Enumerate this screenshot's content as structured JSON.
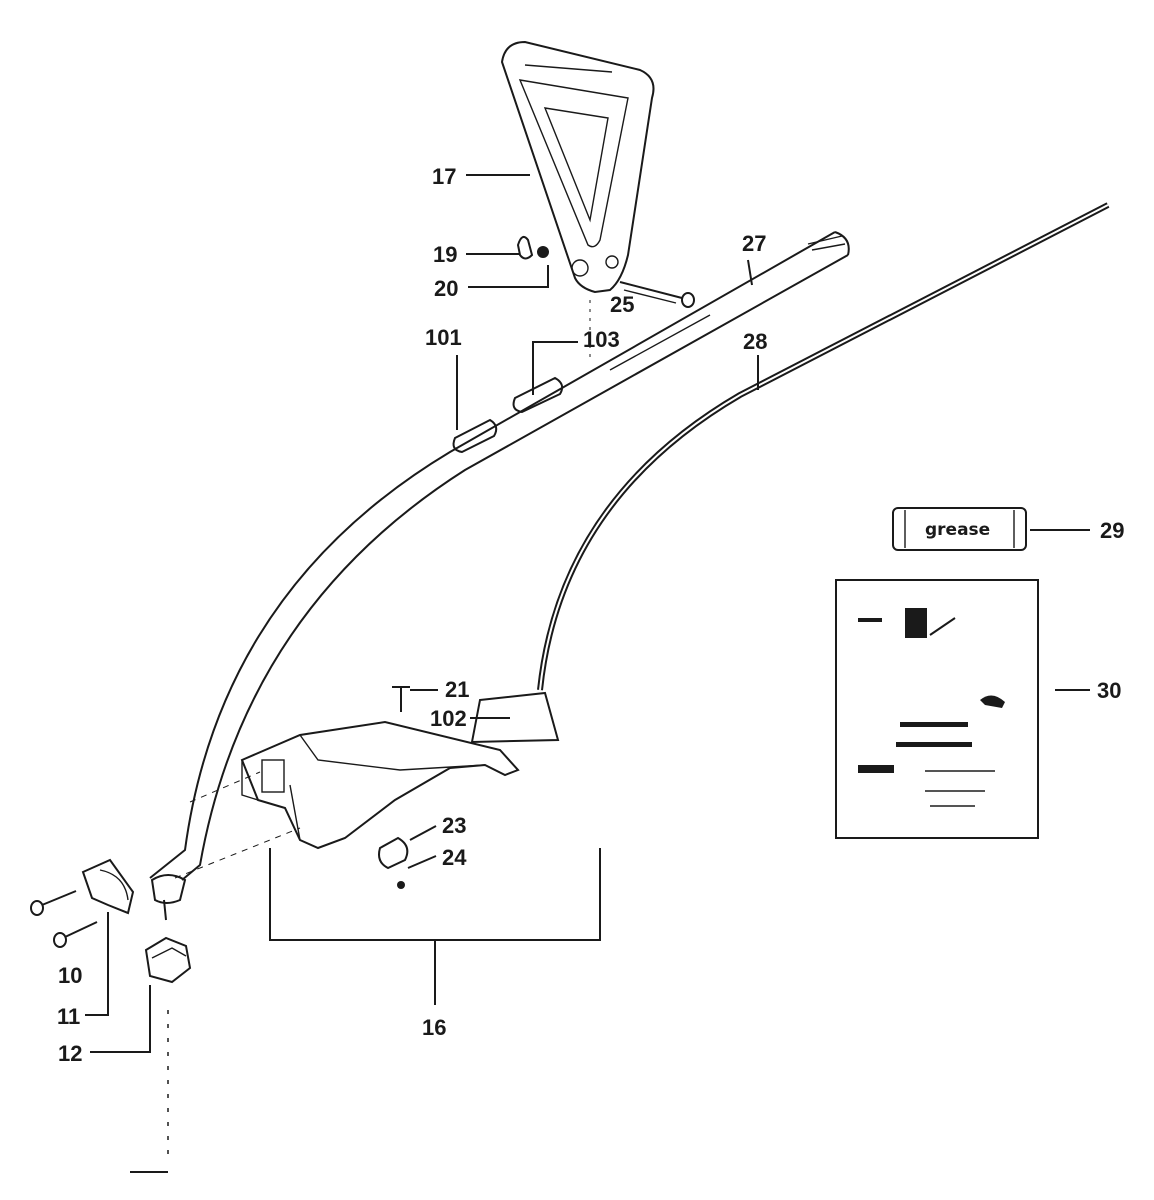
{
  "labels": {
    "l17": "17",
    "l19": "19",
    "l20": "20",
    "l25": "25",
    "l27": "27",
    "l101": "101",
    "l103": "103",
    "l28": "28",
    "l29": "29",
    "l30": "30",
    "l21": "21",
    "l102": "102",
    "l23": "23",
    "l24": "24",
    "l10": "10",
    "l11": "11",
    "l12": "12",
    "l16": "16"
  },
  "grease_tube": {
    "text": "grease"
  },
  "colors": {
    "ink": "#1a1a1a",
    "paper": "#ffffff"
  }
}
